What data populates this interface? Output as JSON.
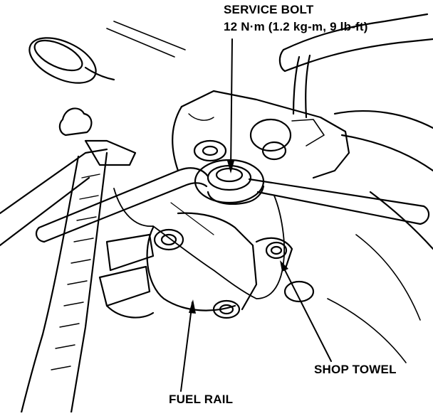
{
  "labels": {
    "service_bolt": "SERVICE BOLT",
    "service_bolt_torque": "12 N·m (1.2 kg-m, 9 lb-ft)",
    "shop_towel": "SHOP TOWEL",
    "fuel_rail": "FUEL RAIL"
  },
  "colors": {
    "ink": "#000000",
    "paper": "#ffffff"
  }
}
